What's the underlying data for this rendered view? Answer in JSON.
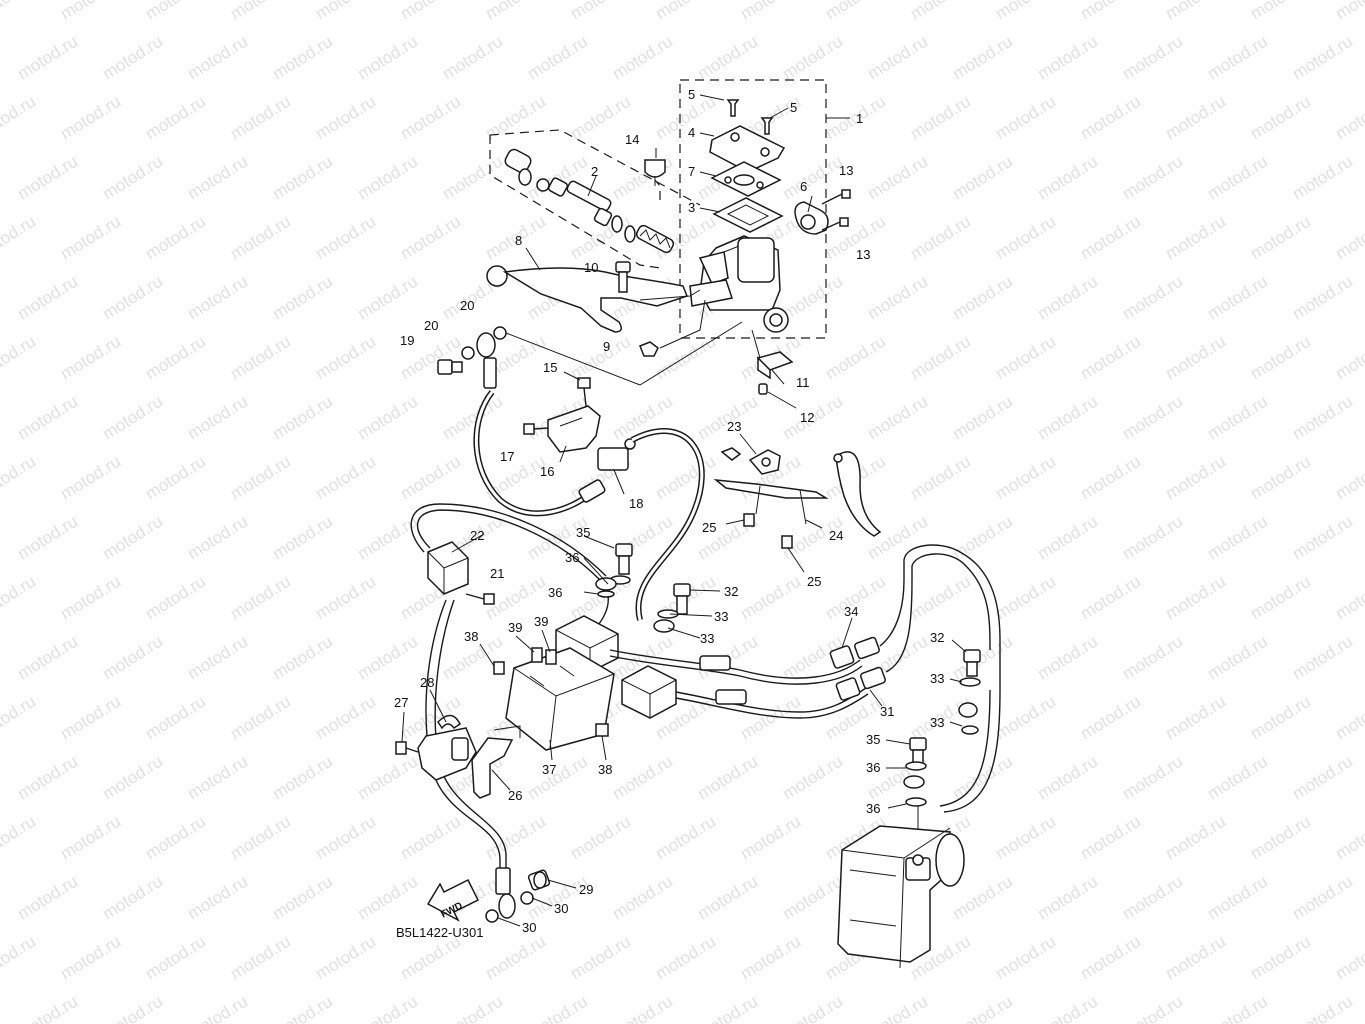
{
  "watermark": {
    "text": "motod.ru"
  },
  "diagram": {
    "code": "B5L1422-U301",
    "fwd_label": "FWD"
  },
  "callouts": [
    {
      "id": "c1",
      "label": "1"
    },
    {
      "id": "c2",
      "label": "2"
    },
    {
      "id": "c3",
      "label": "3"
    },
    {
      "id": "c4",
      "label": "4"
    },
    {
      "id": "c5a",
      "label": "5"
    },
    {
      "id": "c5b",
      "label": "5"
    },
    {
      "id": "c6",
      "label": "6"
    },
    {
      "id": "c7",
      "label": "7"
    },
    {
      "id": "c8",
      "label": "8"
    },
    {
      "id": "c9",
      "label": "9"
    },
    {
      "id": "c10",
      "label": "10"
    },
    {
      "id": "c11",
      "label": "11"
    },
    {
      "id": "c12",
      "label": "12"
    },
    {
      "id": "c13a",
      "label": "13"
    },
    {
      "id": "c13b",
      "label": "13"
    },
    {
      "id": "c14",
      "label": "14"
    },
    {
      "id": "c15",
      "label": "15"
    },
    {
      "id": "c16",
      "label": "16"
    },
    {
      "id": "c17",
      "label": "17"
    },
    {
      "id": "c18",
      "label": "18"
    },
    {
      "id": "c19",
      "label": "19"
    },
    {
      "id": "c20a",
      "label": "20"
    },
    {
      "id": "c20b",
      "label": "20"
    },
    {
      "id": "c21",
      "label": "21"
    },
    {
      "id": "c22",
      "label": "22"
    },
    {
      "id": "c23",
      "label": "23"
    },
    {
      "id": "c24",
      "label": "24"
    },
    {
      "id": "c25a",
      "label": "25"
    },
    {
      "id": "c25b",
      "label": "25"
    },
    {
      "id": "c26",
      "label": "26"
    },
    {
      "id": "c27",
      "label": "27"
    },
    {
      "id": "c28",
      "label": "28"
    },
    {
      "id": "c29",
      "label": "29"
    },
    {
      "id": "c30a",
      "label": "30"
    },
    {
      "id": "c30b",
      "label": "30"
    },
    {
      "id": "c31",
      "label": "31"
    },
    {
      "id": "c32a",
      "label": "32"
    },
    {
      "id": "c32b",
      "label": "32"
    },
    {
      "id": "c33a",
      "label": "33"
    },
    {
      "id": "c33b",
      "label": "33"
    },
    {
      "id": "c33c",
      "label": "33"
    },
    {
      "id": "c33d",
      "label": "33"
    },
    {
      "id": "c34",
      "label": "34"
    },
    {
      "id": "c35a",
      "label": "35"
    },
    {
      "id": "c35b",
      "label": "35"
    },
    {
      "id": "c36a",
      "label": "36"
    },
    {
      "id": "c36b",
      "label": "36"
    },
    {
      "id": "c36c",
      "label": "36"
    },
    {
      "id": "c36d",
      "label": "36"
    },
    {
      "id": "c37",
      "label": "37"
    },
    {
      "id": "c38a",
      "label": "38"
    },
    {
      "id": "c38b",
      "label": "38"
    },
    {
      "id": "c39a",
      "label": "39"
    },
    {
      "id": "c39b",
      "label": "39"
    }
  ]
}
